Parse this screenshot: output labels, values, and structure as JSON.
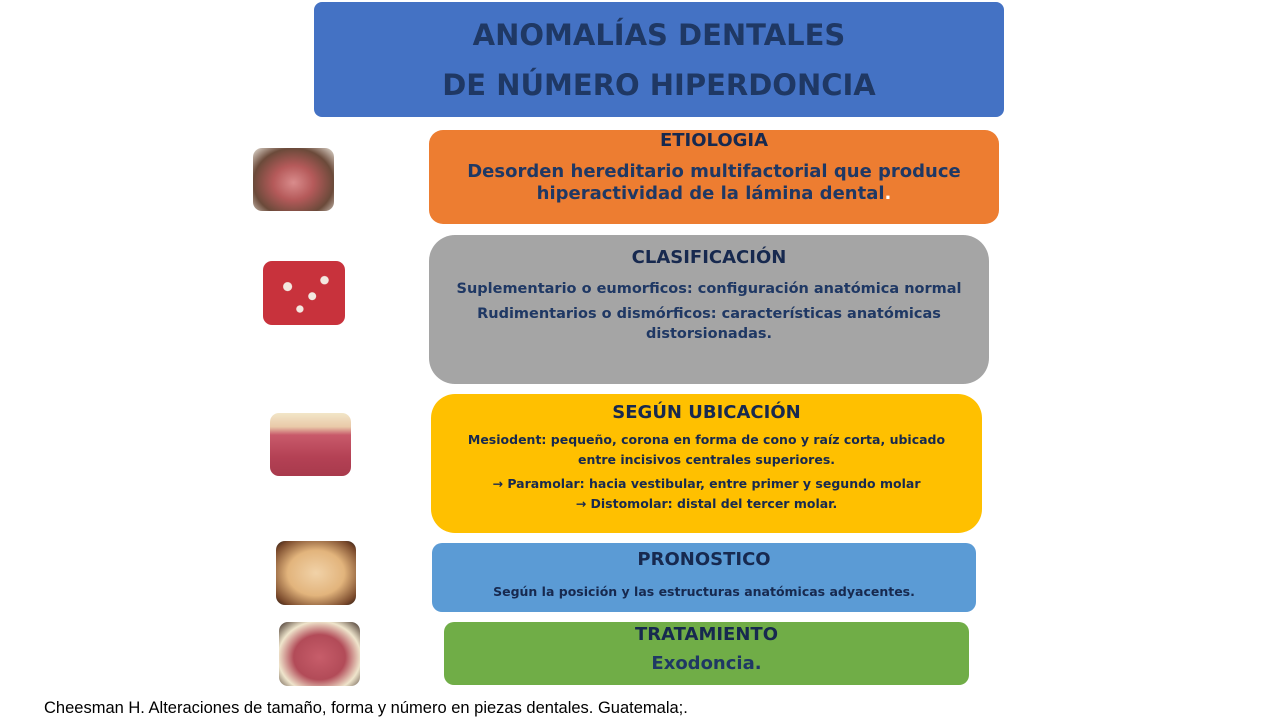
{
  "title": {
    "line1": "ANOMALÍAS DENTALES",
    "line2": "DE NÚMERO HIPERDONCIA"
  },
  "etiologia": {
    "heading": "ETIOLOGIA",
    "body": "Desorden hereditario multifactorial que produce hiperactividad de la lámina dental",
    "trailing": "."
  },
  "clasificacion": {
    "heading": "CLASIFICACIÓN",
    "line1": "Suplementario o eumorficos: configuración anatómica normal",
    "line2": "Rudimentarios o dismórficos: características anatómicas distorsionadas."
  },
  "ubicacion": {
    "heading": "SEGÚN UBICACIÓN",
    "item1": "Mesiodent: pequeño, corona en forma de cono y raíz corta, ubicado entre incisivos centrales superiores.",
    "item2": "→ Paramolar: hacia vestibular, entre primer y segundo molar",
    "item3": "→ Distomolar: distal del tercer molar."
  },
  "pronostico": {
    "heading": "PRONOSTICO",
    "body": "Según la posición y las estructuras anatómicas adyacentes."
  },
  "tratamiento": {
    "heading": "TRATAMIENTO",
    "body": "Exodoncia."
  },
  "citation": "Cheesman H. Alteraciones de tamaño, forma y número en piezas dentales. Guatemala;.",
  "colors": {
    "title_bg": "#4472c4",
    "etiologia_bg": "#ed7d31",
    "clasificacion_bg": "#a5a5a5",
    "ubicacion_bg": "#ffc000",
    "pronostico_bg": "#5b9bd5",
    "tratamiento_bg": "#70ad47",
    "text_dark_blue": "#1f3864"
  }
}
